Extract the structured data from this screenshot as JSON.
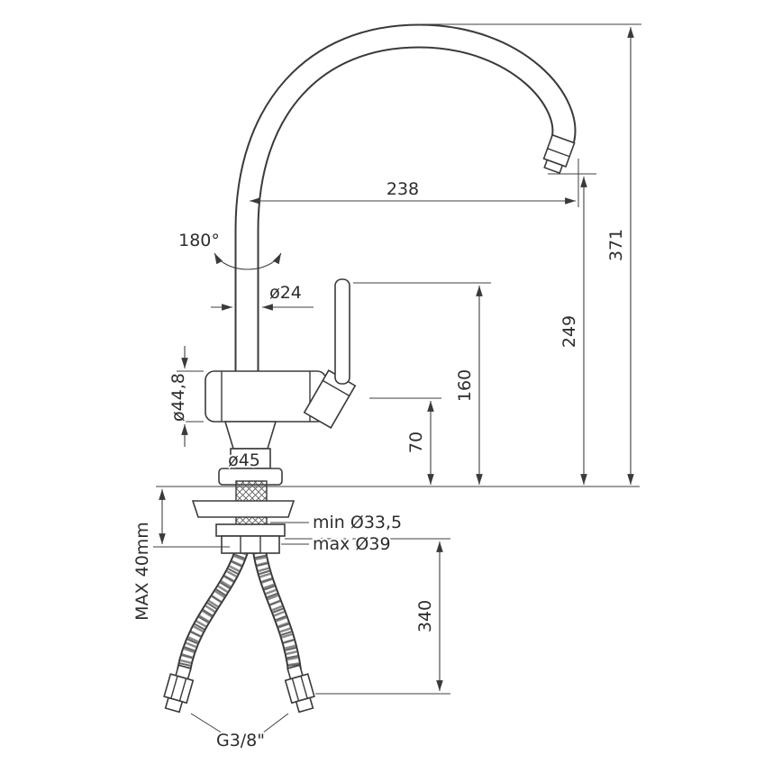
{
  "drawing": {
    "background": "#ffffff",
    "line_color": "#3a3a3a",
    "labels": {
      "spout_reach": "238",
      "total_height": "371",
      "spout_outlet_height": "249",
      "lever_top_height": "160",
      "body_axis_height": "70",
      "hose_length": "340",
      "swivel_angle": "180°",
      "riser_diameter": "ø24",
      "body_diameter": "ø44,8",
      "base_diameter": "ø45",
      "mounting_hole_min": "min Ø33,5",
      "mounting_hole_max": "max Ø39",
      "max_counter_thickness": "MAX 40mm",
      "hose_thread": "G3/8\""
    }
  }
}
